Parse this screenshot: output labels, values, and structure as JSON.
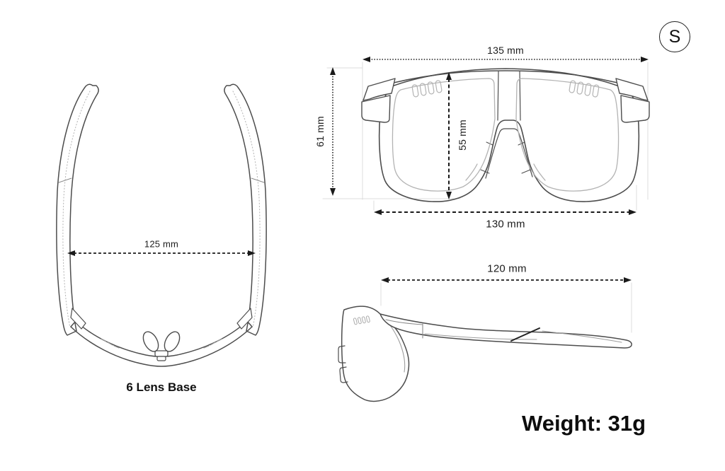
{
  "size_badge": {
    "letter": "S"
  },
  "front_view": {
    "total_width": "135 mm",
    "height": "61 mm",
    "lens_height": "55 mm",
    "frame_width": "130 mm"
  },
  "top_view": {
    "temple_spread": "125 mm",
    "caption": "6 Lens Base"
  },
  "side_view": {
    "temple_length": "120 mm"
  },
  "weight_label": "Weight: 31g",
  "colors": {
    "outline": "#4d4d4d",
    "inner_line": "#b3b3b3",
    "dimension": "#1a1a1a"
  }
}
